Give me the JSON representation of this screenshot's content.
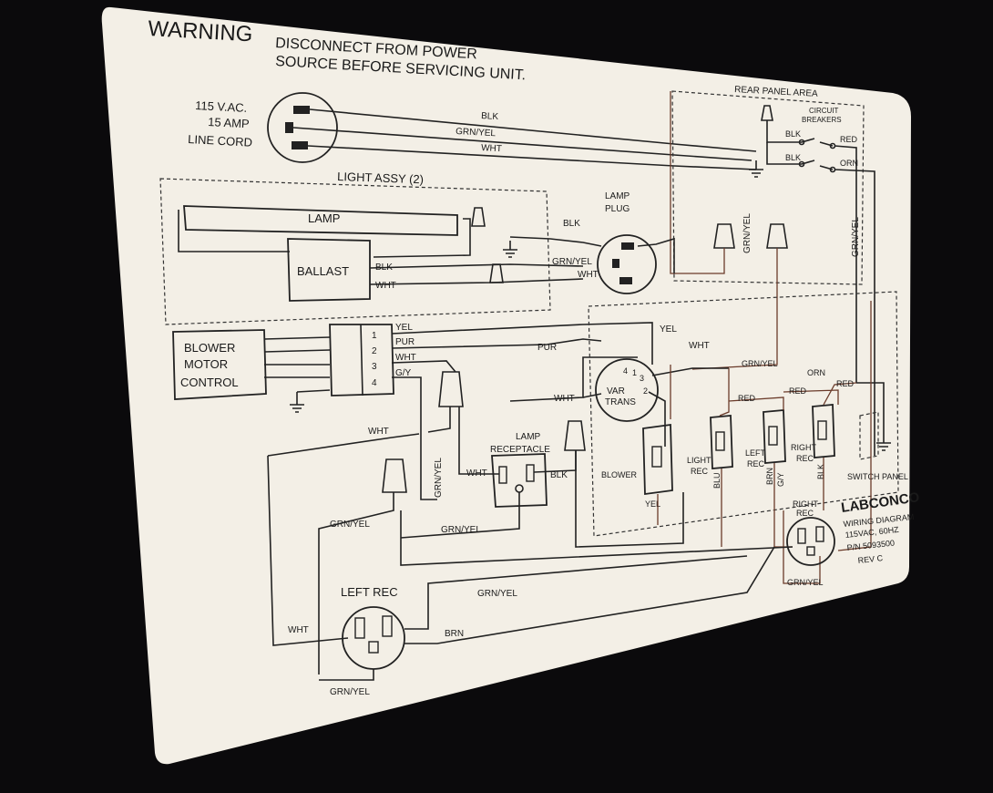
{
  "warning": {
    "title": "WARNING",
    "line1": "DISCONNECT FROM POWER",
    "line2": "SOURCE BEFORE SERVICING UNIT."
  },
  "line_cord": {
    "line1": "115 V.AC.",
    "line2": "15 AMP",
    "line3": "LINE CORD"
  },
  "light_assy": {
    "title": "LIGHT ASSY (2)",
    "lamp": "LAMP",
    "ballast": "BALLAST"
  },
  "lamp_plug": {
    "line1": "LAMP",
    "line2": "PLUG"
  },
  "rear_panel": {
    "title": "REAR PANEL AREA",
    "breakers_line1": "CIRCUIT",
    "breakers_line2": "BREAKERS"
  },
  "blower_motor_control": {
    "line1": "BLOWER",
    "line2": "MOTOR",
    "line3": "CONTROL",
    "pins": [
      "1",
      "2",
      "3",
      "4"
    ]
  },
  "var_trans": {
    "line1": "VAR",
    "line2": "TRANS",
    "pins": [
      "4",
      "1",
      "3",
      "2"
    ]
  },
  "lamp_receptacle": {
    "line1": "LAMP",
    "line2": "RECEPTACLE"
  },
  "switches": {
    "blower": "BLOWER",
    "light_rec_1": "LIGHT",
    "light_rec_2": "REC",
    "left_rec_1": "LEFT",
    "left_rec_2": "REC",
    "right_rec_1": "RIGHT",
    "right_rec_2": "REC",
    "panel": "SWITCH PANEL"
  },
  "left_rec": "LEFT REC",
  "right_rec": {
    "line1": "RIGHT",
    "line2": "REC"
  },
  "wires": {
    "blk": "BLK",
    "grn_yel": "GRN/YEL",
    "wht": "WHT",
    "yel": "YEL",
    "pur": "PUR",
    "g_y": "G/Y",
    "red": "RED",
    "orn": "ORN",
    "blu": "BLU",
    "brn": "BRN"
  },
  "brand": {
    "logo": "LABCONCO",
    "line1": "WIRING DIAGRAM",
    "line2": "115VAC, 60HZ",
    "line3": "P/N 5093500",
    "line4": "REV C"
  },
  "colors": {
    "background": "#0b0a0c",
    "label": "#f3efe6",
    "ink": "#1a1a1a"
  }
}
